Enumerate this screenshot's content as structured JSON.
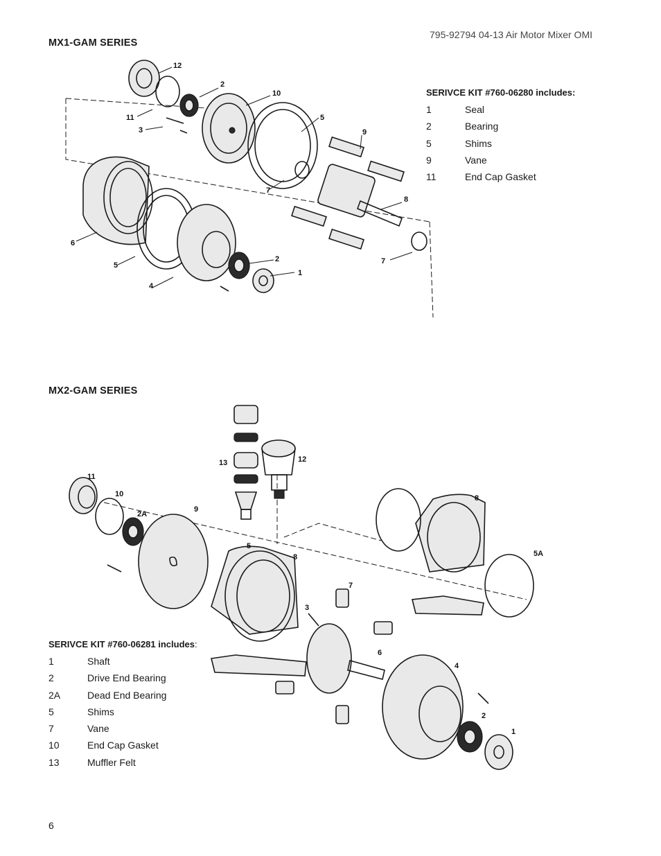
{
  "header": {
    "doc_ref": "795-92794 04-13  Air Motor Mixer OMI"
  },
  "mx1": {
    "title": "MX1-GAM SERIES",
    "kit_title": "SERIVCE KIT #760-06280 includes:",
    "kit_items": [
      {
        "num": "1",
        "name": "Seal"
      },
      {
        "num": "2",
        "name": "Bearing"
      },
      {
        "num": "5",
        "name": "Shims"
      },
      {
        "num": "9",
        "name": "Vane"
      },
      {
        "num": "11",
        "name": "End Cap Gasket"
      }
    ],
    "callouts": [
      "12",
      "2",
      "10",
      "11",
      "3",
      "5",
      "9",
      "6",
      "8",
      "5",
      "7",
      "2",
      "1",
      "4",
      "7"
    ]
  },
  "mx2": {
    "title": "MX2-GAM SERIES",
    "kit_title": "SERIVCE KIT #760-06281 includes",
    "kit_title_suffix": ":",
    "kit_items": [
      {
        "num": "1",
        "name": "Shaft"
      },
      {
        "num": "2",
        "name": "Drive End Bearing"
      },
      {
        "num": "2A",
        "name": "Dead End Bearing"
      },
      {
        "num": "5",
        "name": "Shims"
      },
      {
        "num": "7",
        "name": "Vane"
      },
      {
        "num": "10",
        "name": "End Cap Gasket"
      },
      {
        "num": "13",
        "name": "Muffler Felt"
      }
    ],
    "callouts": [
      "13",
      "12",
      "11",
      "10",
      "2A",
      "9",
      "8",
      "5",
      "8",
      "5A",
      "7",
      "3",
      "6",
      "4",
      "2",
      "1"
    ]
  },
  "footer": {
    "page_number": "6"
  }
}
